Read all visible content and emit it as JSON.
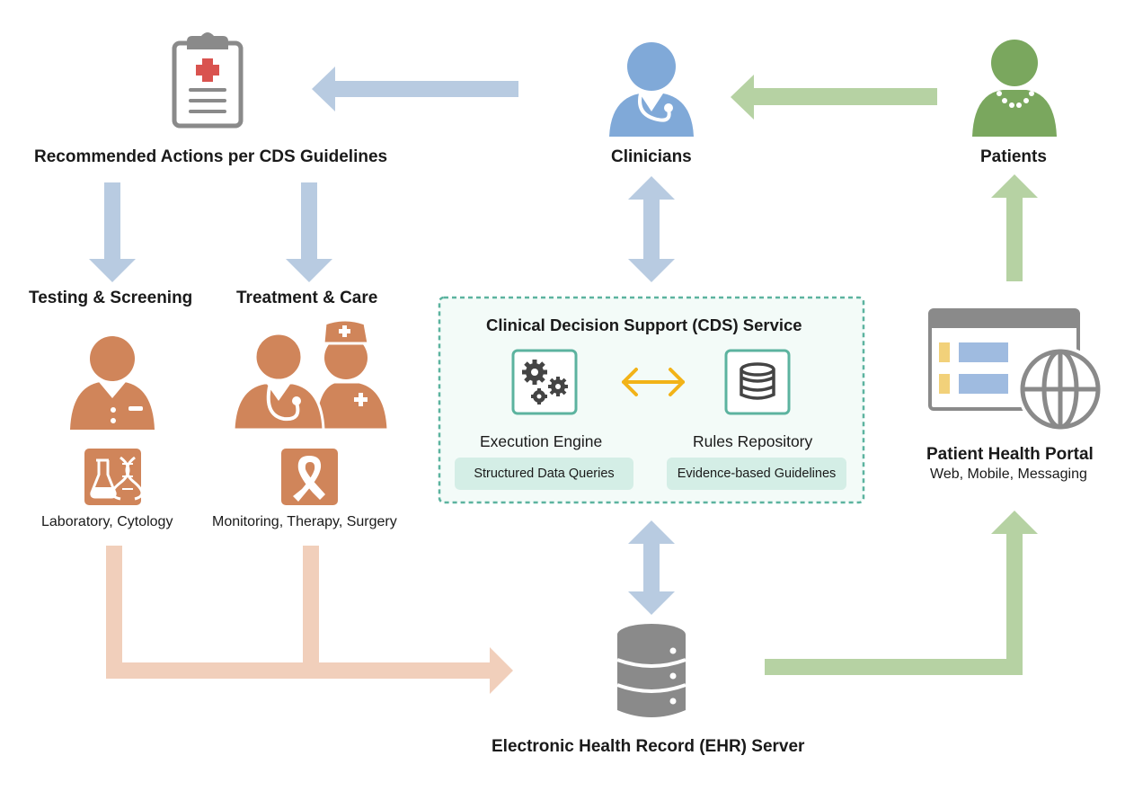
{
  "labels": {
    "recommended": "Recommended Actions per CDS Guidelines",
    "clinicians": "Clinicians",
    "patients": "Patients",
    "testing": "Testing & Screening",
    "treatment": "Treatment & Care",
    "laboratory": "Laboratory, Cytology",
    "monitoring": "Monitoring, Therapy, Surgery",
    "cds_service": "Clinical Decision Support (CDS) Service",
    "execution_engine": "Execution Engine",
    "rules_repository": "Rules Repository",
    "structured_queries": "Structured Data Queries",
    "evidence_guidelines": "Evidence-based Guidelines",
    "portal_title": "Patient Health Portal",
    "portal_sub": "Web, Mobile, Messaging",
    "ehr": "Electronic Health Record (EHR) Server"
  },
  "icons": {
    "clipboard": "clipboard-icon",
    "clinician": "clinician-icon",
    "patient": "patient-icon",
    "lab_tech": "lab-technician-icon",
    "doctor_nurse": "doctor-nurse-icon",
    "lab_badge": "lab-flask-dna-icon",
    "ribbon_badge": "awareness-ribbon-icon",
    "gears": "gears-icon",
    "database": "database-icon",
    "portal": "web-portal-globe-icon",
    "server": "server-stack-icon"
  },
  "colors": {
    "blue_arrow": "#b8cbe1",
    "green_arrow": "#b6d2a3",
    "peach_arrow": "#f1cfbb",
    "orange_person": "#d0855a",
    "clinician_blue": "#80a9d8",
    "patient_green": "#7aa75e",
    "gold_arrow": "#f2b318",
    "teal": "#5cb39f",
    "gray": "#8a8a8a"
  }
}
